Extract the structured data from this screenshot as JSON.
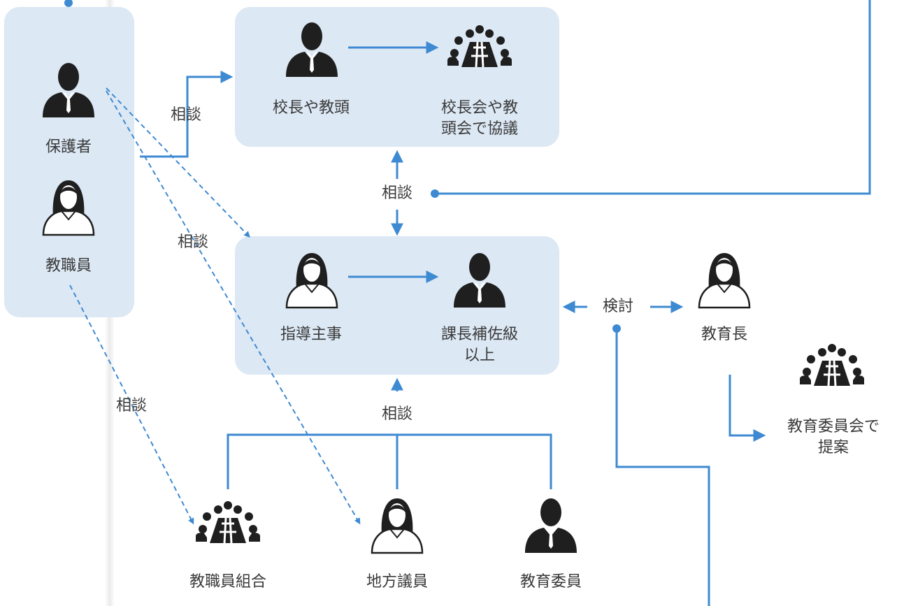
{
  "nodes": {
    "parent": "保護者",
    "staff": "教職員",
    "principal": "校長や教頭",
    "principal_council": "校長会や教\n頭会で協議",
    "supervisor": "指導主事",
    "section_chief": "課長補佐級\n以上",
    "superintendent": "教育長",
    "board_proposal": "教育委員会で\n提案",
    "union": "教職員組合",
    "local_councilor": "地方議員",
    "board_member": "教育委員"
  },
  "edges": {
    "consult_parent_principal": "相談",
    "consult_center": "相談",
    "consult_dashed": "相談",
    "consult_staff_union": "相談",
    "consult_bottom": "相談",
    "review": "検討"
  },
  "colors": {
    "line": "#3e8ad2",
    "box": "#dce8f4",
    "figure": "#1f1f1f"
  }
}
